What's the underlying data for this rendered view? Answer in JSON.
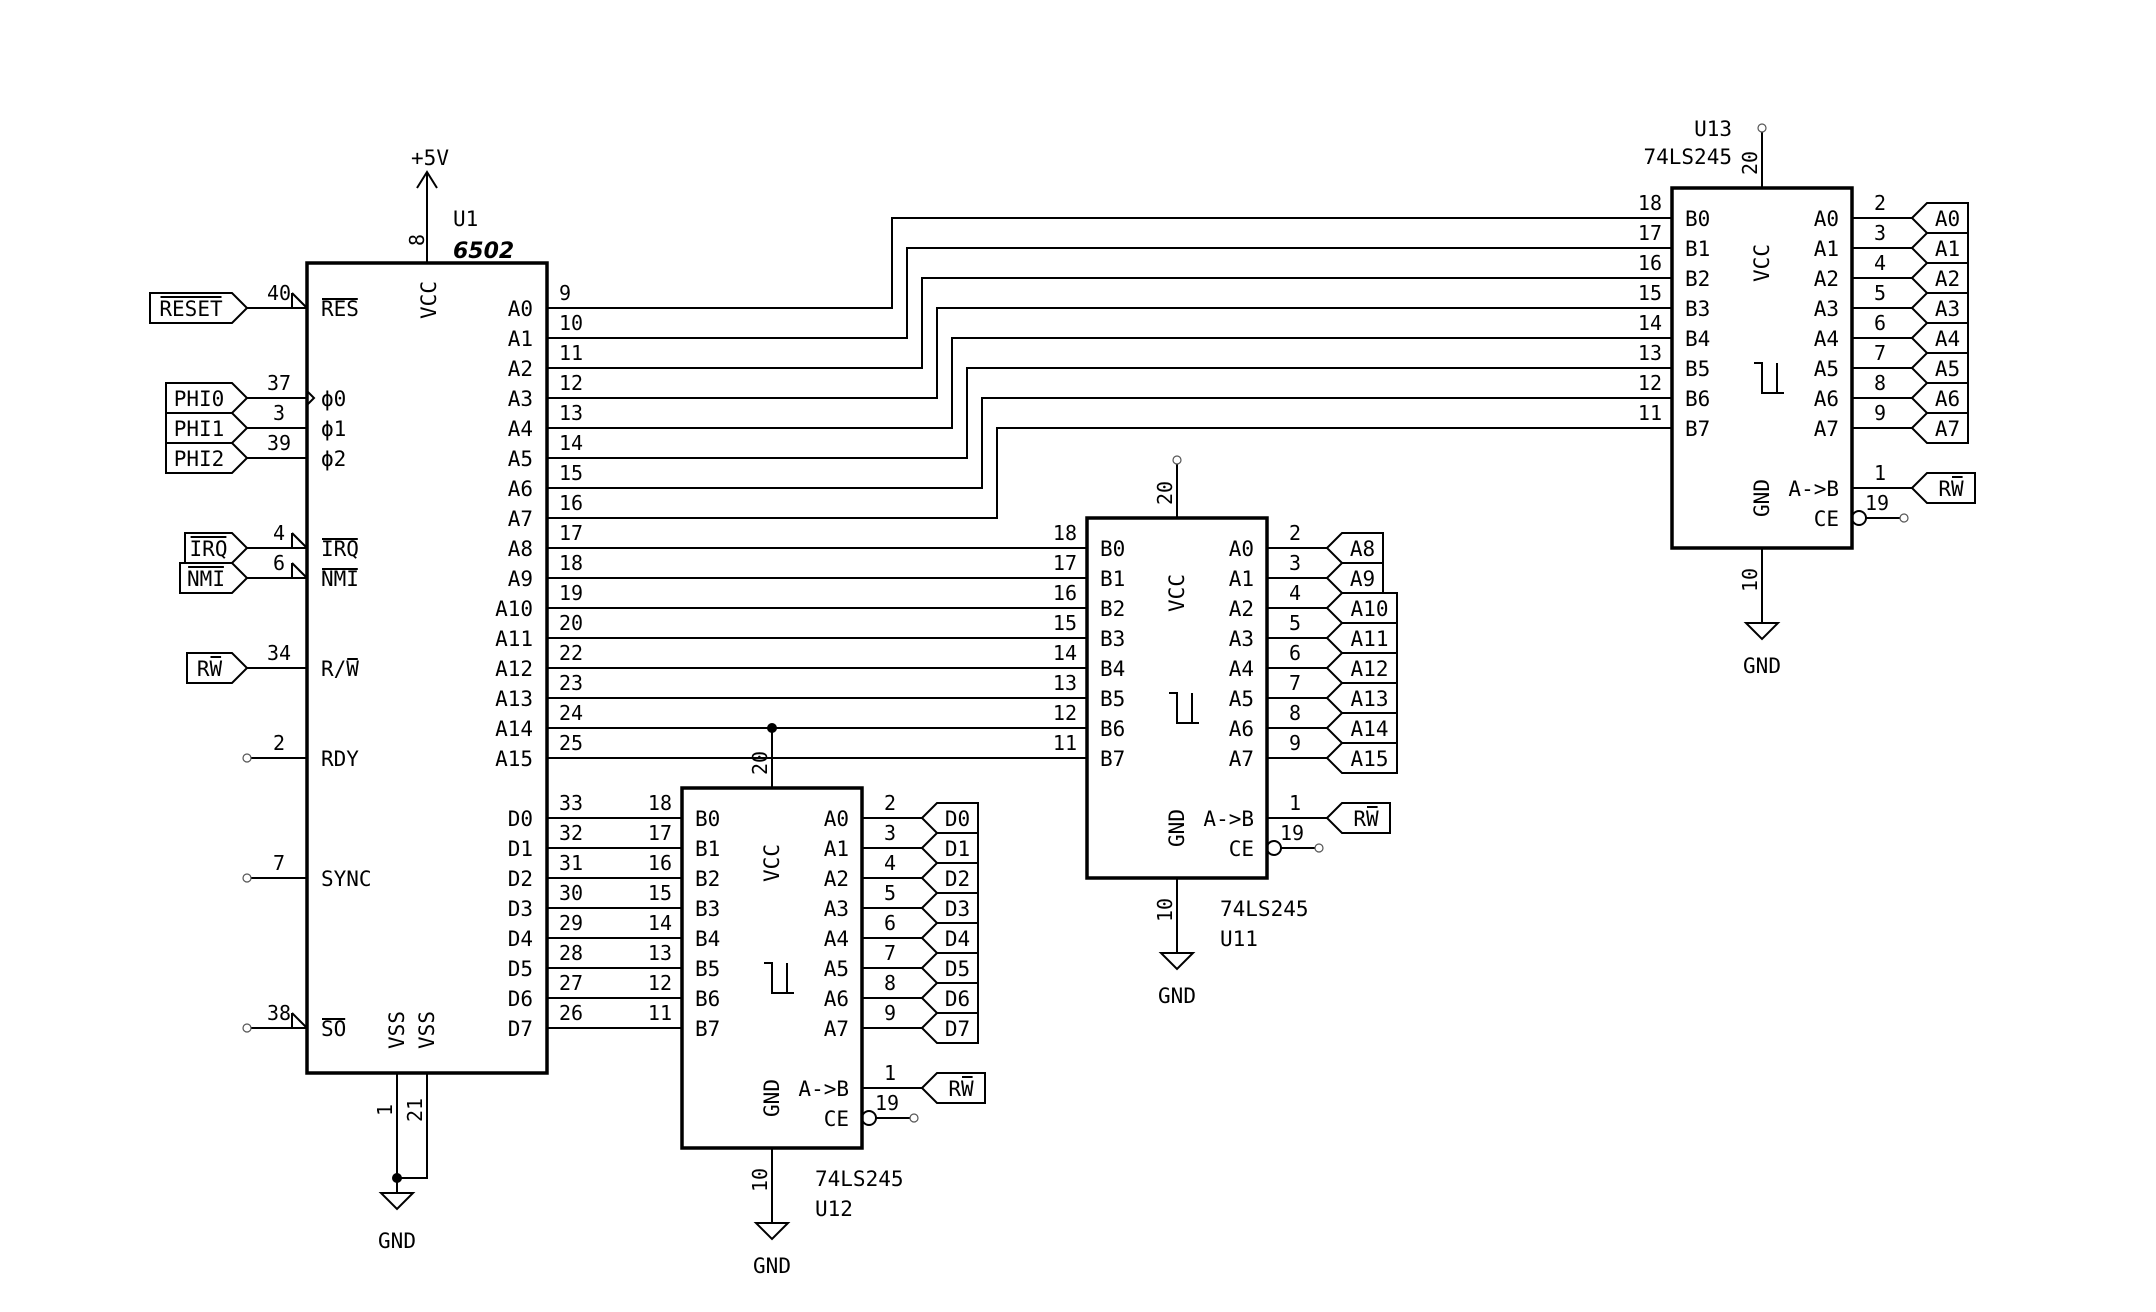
{
  "title": "6502 CPU with 74LS245 bus buffers",
  "power": {
    "vcc_label": "+5V",
    "gnd_label": "GND"
  },
  "cpu": {
    "ref": "U1",
    "part": "6502",
    "vcc": {
      "name": "VCC",
      "pin": "8"
    },
    "vss": [
      {
        "name": "VSS",
        "pin": "1"
      },
      {
        "name": "VSS",
        "pin": "21"
      }
    ],
    "left_pins": [
      {
        "name": "RES",
        "pin": "40",
        "overbar": true,
        "net": "RESET",
        "net_overbar": true,
        "kind": "label",
        "edge": "active-low"
      },
      {
        "name": "ϕ0",
        "pin": "37",
        "overbar": false,
        "net": "PHI0",
        "net_overbar": false,
        "kind": "label",
        "edge": "clock"
      },
      {
        "name": "ϕ1",
        "pin": "3",
        "overbar": false,
        "net": "PHI1",
        "net_overbar": false,
        "kind": "label",
        "edge": "none"
      },
      {
        "name": "ϕ2",
        "pin": "39",
        "overbar": false,
        "net": "PHI2",
        "net_overbar": false,
        "kind": "label",
        "edge": "none"
      },
      {
        "name": "IRQ",
        "pin": "4",
        "overbar": true,
        "net": "IRQ",
        "net_overbar": true,
        "kind": "label",
        "edge": "active-low"
      },
      {
        "name": "NMI",
        "pin": "6",
        "overbar": true,
        "net": "NMI",
        "net_overbar": true,
        "kind": "label",
        "edge": "active-low"
      },
      {
        "name": "R/W",
        "pin": "34",
        "overbar": false,
        "net": "RW",
        "net_overbar": false,
        "kind": "label",
        "edge": "none"
      },
      {
        "name": "RDY",
        "pin": "2",
        "overbar": false,
        "net": "",
        "kind": "nc",
        "edge": "none"
      },
      {
        "name": "SYNC",
        "pin": "7",
        "overbar": false,
        "net": "",
        "kind": "nc",
        "edge": "none"
      },
      {
        "name": "SO",
        "pin": "38",
        "overbar": true,
        "net": "",
        "kind": "nc",
        "edge": "active-low"
      }
    ],
    "address_pins": [
      {
        "name": "A0",
        "pin": "9"
      },
      {
        "name": "A1",
        "pin": "10"
      },
      {
        "name": "A2",
        "pin": "11"
      },
      {
        "name": "A3",
        "pin": "12"
      },
      {
        "name": "A4",
        "pin": "13"
      },
      {
        "name": "A5",
        "pin": "14"
      },
      {
        "name": "A6",
        "pin": "15"
      },
      {
        "name": "A7",
        "pin": "16"
      },
      {
        "name": "A8",
        "pin": "17"
      },
      {
        "name": "A9",
        "pin": "18"
      },
      {
        "name": "A10",
        "pin": "19"
      },
      {
        "name": "A11",
        "pin": "20"
      },
      {
        "name": "A12",
        "pin": "22"
      },
      {
        "name": "A13",
        "pin": "23"
      },
      {
        "name": "A14",
        "pin": "24"
      },
      {
        "name": "A15",
        "pin": "25"
      }
    ],
    "data_pins": [
      {
        "name": "D0",
        "pin": "33"
      },
      {
        "name": "D1",
        "pin": "32"
      },
      {
        "name": "D2",
        "pin": "31"
      },
      {
        "name": "D3",
        "pin": "30"
      },
      {
        "name": "D4",
        "pin": "29"
      },
      {
        "name": "D5",
        "pin": "28"
      },
      {
        "name": "D6",
        "pin": "27"
      },
      {
        "name": "D7",
        "pin": "26"
      }
    ]
  },
  "buffers": [
    {
      "ref": "U13",
      "part": "74LS245",
      "vcc": {
        "name": "VCC",
        "pin": "20"
      },
      "gnd": {
        "name": "GND",
        "pin": "10"
      },
      "b_pins": [
        {
          "name": "B0",
          "pin": "18"
        },
        {
          "name": "B1",
          "pin": "17"
        },
        {
          "name": "B2",
          "pin": "16"
        },
        {
          "name": "B3",
          "pin": "15"
        },
        {
          "name": "B4",
          "pin": "14"
        },
        {
          "name": "B5",
          "pin": "13"
        },
        {
          "name": "B6",
          "pin": "12"
        },
        {
          "name": "B7",
          "pin": "11"
        }
      ],
      "a_pins": [
        {
          "name": "A0",
          "pin": "2",
          "net": "A0"
        },
        {
          "name": "A1",
          "pin": "3",
          "net": "A1"
        },
        {
          "name": "A2",
          "pin": "4",
          "net": "A2"
        },
        {
          "name": "A3",
          "pin": "5",
          "net": "A3"
        },
        {
          "name": "A4",
          "pin": "6",
          "net": "A4"
        },
        {
          "name": "A5",
          "pin": "7",
          "net": "A5"
        },
        {
          "name": "A6",
          "pin": "8",
          "net": "A6"
        },
        {
          "name": "A7",
          "pin": "9",
          "net": "A7"
        }
      ],
      "dir": {
        "name": "A->B",
        "pin": "1",
        "net": "RW"
      },
      "ce": {
        "name": "CE",
        "pin": "19"
      }
    },
    {
      "ref": "U11",
      "part": "74LS245",
      "vcc": {
        "name": "VCC",
        "pin": "20"
      },
      "gnd": {
        "name": "GND",
        "pin": "10"
      },
      "b_pins": [
        {
          "name": "B0",
          "pin": "18"
        },
        {
          "name": "B1",
          "pin": "17"
        },
        {
          "name": "B2",
          "pin": "16"
        },
        {
          "name": "B3",
          "pin": "15"
        },
        {
          "name": "B4",
          "pin": "14"
        },
        {
          "name": "B5",
          "pin": "13"
        },
        {
          "name": "B6",
          "pin": "12"
        },
        {
          "name": "B7",
          "pin": "11"
        }
      ],
      "a_pins": [
        {
          "name": "A0",
          "pin": "2",
          "net": "A8"
        },
        {
          "name": "A1",
          "pin": "3",
          "net": "A9"
        },
        {
          "name": "A2",
          "pin": "4",
          "net": "A10"
        },
        {
          "name": "A3",
          "pin": "5",
          "net": "A11"
        },
        {
          "name": "A4",
          "pin": "6",
          "net": "A12"
        },
        {
          "name": "A5",
          "pin": "7",
          "net": "A13"
        },
        {
          "name": "A6",
          "pin": "8",
          "net": "A14"
        },
        {
          "name": "A7",
          "pin": "9",
          "net": "A15"
        }
      ],
      "dir": {
        "name": "A->B",
        "pin": "1",
        "net": "RW"
      },
      "ce": {
        "name": "CE",
        "pin": "19"
      }
    },
    {
      "ref": "U12",
      "part": "74LS245",
      "vcc": {
        "name": "VCC",
        "pin": "20"
      },
      "gnd": {
        "name": "GND",
        "pin": "10"
      },
      "b_pins": [
        {
          "name": "B0",
          "pin": "18"
        },
        {
          "name": "B1",
          "pin": "17"
        },
        {
          "name": "B2",
          "pin": "16"
        },
        {
          "name": "B3",
          "pin": "15"
        },
        {
          "name": "B4",
          "pin": "14"
        },
        {
          "name": "B5",
          "pin": "13"
        },
        {
          "name": "B6",
          "pin": "12"
        },
        {
          "name": "B7",
          "pin": "11"
        }
      ],
      "a_pins": [
        {
          "name": "A0",
          "pin": "2",
          "net": "D0"
        },
        {
          "name": "A1",
          "pin": "3",
          "net": "D1"
        },
        {
          "name": "A2",
          "pin": "4",
          "net": "D2"
        },
        {
          "name": "A3",
          "pin": "5",
          "net": "D3"
        },
        {
          "name": "A4",
          "pin": "6",
          "net": "D4"
        },
        {
          "name": "A5",
          "pin": "7",
          "net": "D5"
        },
        {
          "name": "A6",
          "pin": "8",
          "net": "D6"
        },
        {
          "name": "A7",
          "pin": "9",
          "net": "D7"
        }
      ],
      "dir": {
        "name": "A->B",
        "pin": "1",
        "net": "RW"
      },
      "ce": {
        "name": "CE",
        "pin": "19"
      }
    }
  ]
}
